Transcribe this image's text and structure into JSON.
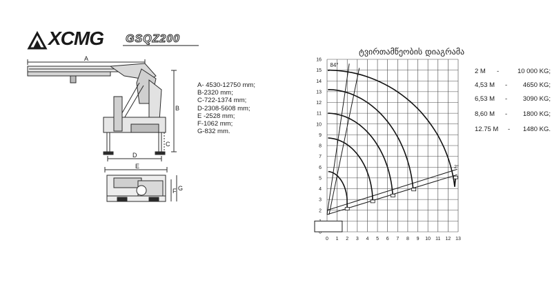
{
  "header": {
    "brand": "XCMG",
    "model": "GSQZ200"
  },
  "drawing": {
    "labels": {
      "A": "A",
      "B": "B",
      "C": "C",
      "D": "D",
      "E": "E",
      "F": "F",
      "G": "G"
    }
  },
  "dimensions": [
    "A- 4530-12750 mm;",
    "B-2320 mm;",
    "C-722-1374 mm;",
    "D-2308-5608 mm;",
    "E -2528 mm;",
    "F-1062 mm;",
    "G-832 mm."
  ],
  "load_table": [
    {
      "radius": "2 M",
      "sep": "-",
      "load": "10 000 KG;"
    },
    {
      "radius": "4,53 M",
      "sep": "-",
      "load": "4650 KG;"
    },
    {
      "radius": "6,53 M",
      "sep": "-",
      "load": "3090 KG;"
    },
    {
      "radius": "8,60 M",
      "sep": "-",
      "load": "1800 KG;"
    },
    {
      "radius": "12.75 M",
      "sep": "-",
      "load": "1480 KG."
    }
  ],
  "chart_data": {
    "type": "diagram",
    "title": "ტვირთამწეობის დიაგრამა",
    "x_ticks": [
      "0",
      "1",
      "2",
      "3",
      "4",
      "5",
      "6",
      "7",
      "8",
      "9",
      "10",
      "11",
      "12",
      "13"
    ],
    "y_ticks": [
      "0",
      "1",
      "2",
      "3",
      "4",
      "5",
      "6",
      "7",
      "8",
      "9",
      "10",
      "11",
      "12",
      "13",
      "14",
      "15",
      "16"
    ],
    "xlim": [
      0,
      13
    ],
    "ylim": [
      0,
      16
    ],
    "grid": true,
    "annotations": [
      "84°",
      "2°"
    ],
    "arcs": [
      {
        "name": "",
        "radius": 2.0,
        "peak_height": 5.6
      },
      {
        "name": "",
        "radius": 4.53,
        "peak_height": 8.7
      },
      {
        "name": "",
        "radius": 6.53,
        "peak_height": 11.0
      },
      {
        "name": "",
        "radius": 8.6,
        "peak_height": 13.2
      },
      {
        "name": "",
        "radius": 12.75,
        "peak_height": 15.0
      }
    ]
  }
}
